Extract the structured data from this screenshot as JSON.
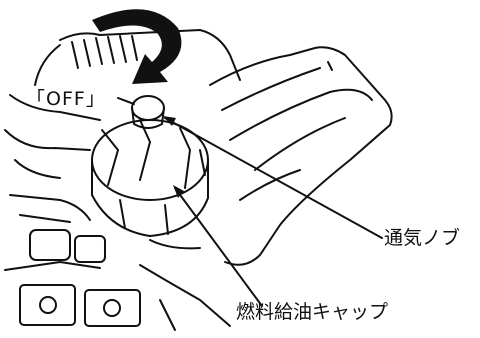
{
  "labels": {
    "off": "「OFF」",
    "vent_knob": "通気ノブ",
    "fuel_cap": "燃料給油キャップ"
  },
  "colors": {
    "ink": "#111111",
    "arrow": "#111111",
    "paper": "#ffffff"
  },
  "icons": {
    "rotation": "curved-arrow-icon"
  }
}
